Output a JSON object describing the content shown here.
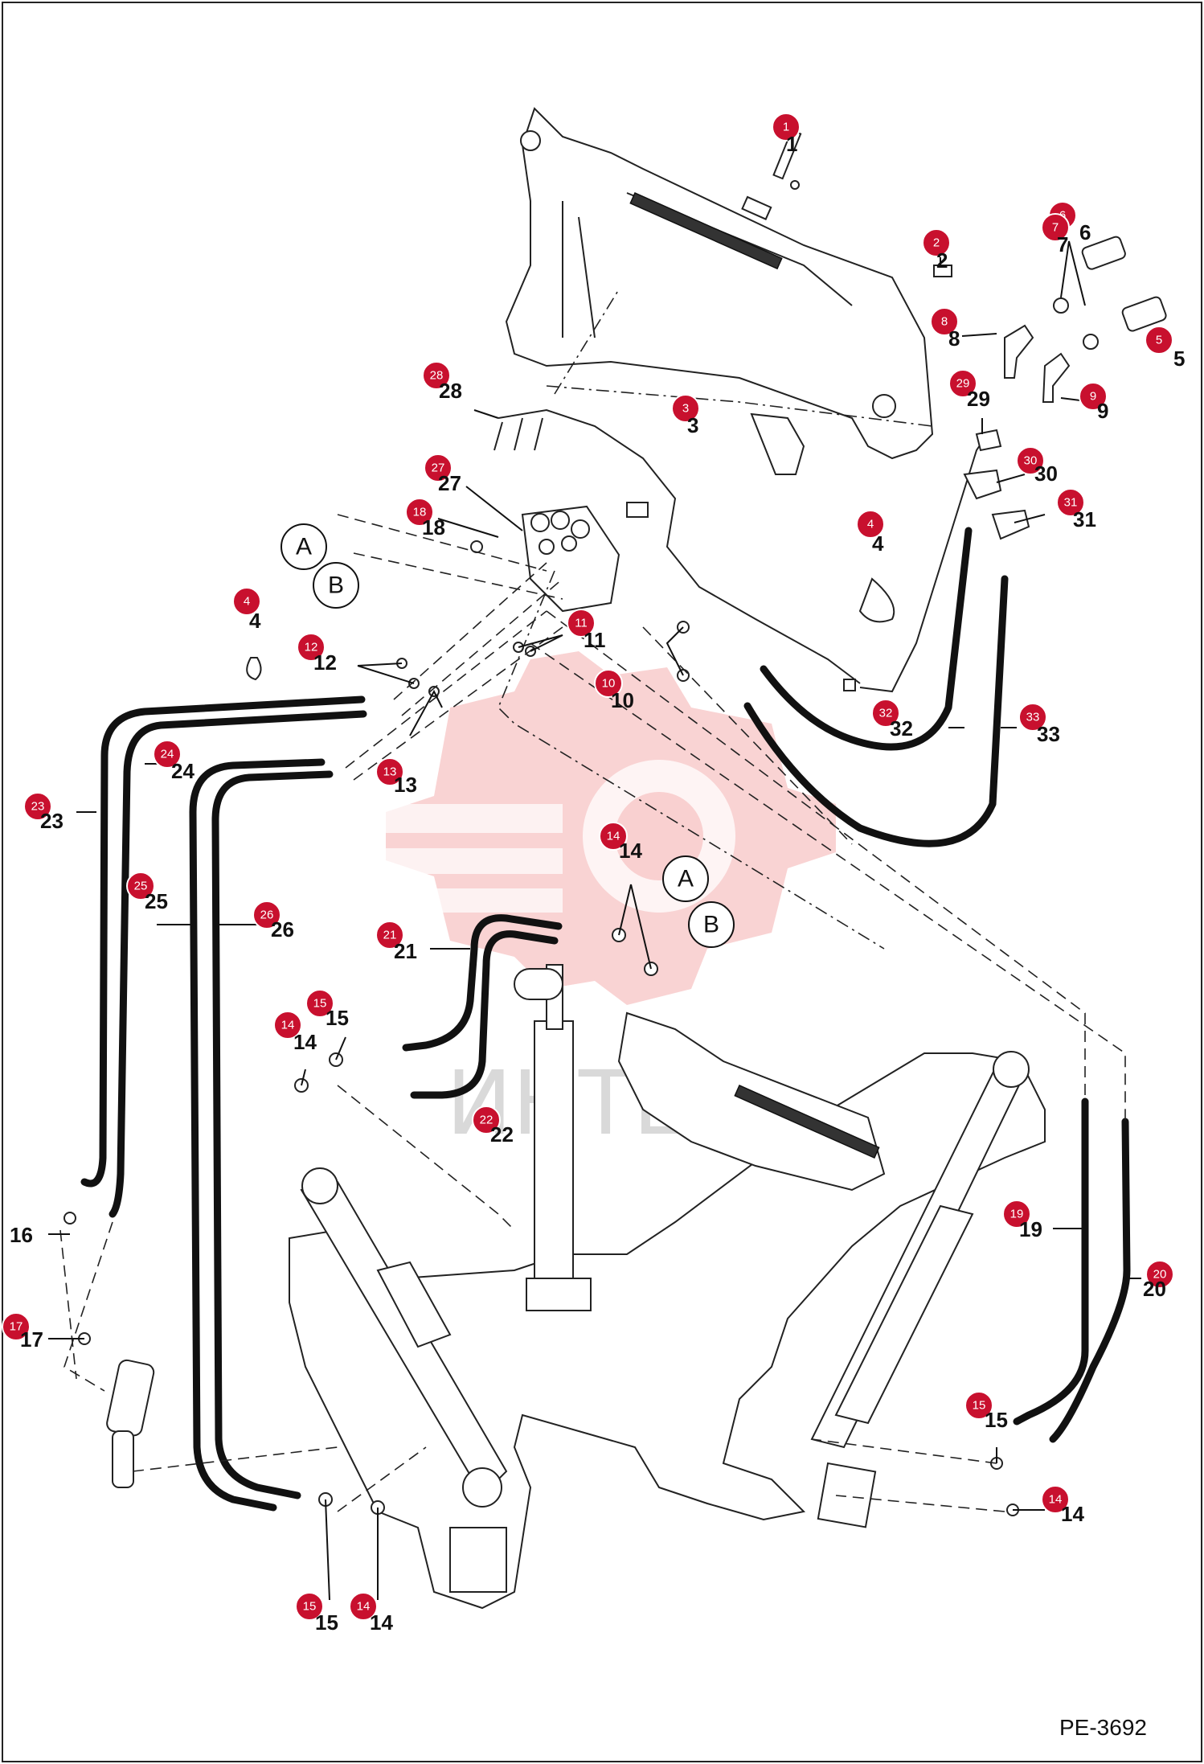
{
  "diagram_code": "PE-3692",
  "watermark_text": "ИНТЕХ",
  "colors": {
    "callout": "#c8102e",
    "line": "#111111",
    "logo": "#f7c4c4"
  },
  "letter_refs": [
    "A",
    "B"
  ],
  "callouts": [
    {
      "id": "c1",
      "num": "1",
      "label": "1"
    },
    {
      "id": "c2",
      "num": "2",
      "label": "2"
    },
    {
      "id": "c3",
      "num": "3",
      "label": "3"
    },
    {
      "id": "c4a",
      "num": "4",
      "label": "4"
    },
    {
      "id": "c4b",
      "num": "4",
      "label": "4"
    },
    {
      "id": "c5",
      "num": "5",
      "label": "5"
    },
    {
      "id": "c6",
      "num": "6",
      "label": "6"
    },
    {
      "id": "c7",
      "num": "7",
      "label": "7"
    },
    {
      "id": "c8",
      "num": "8",
      "label": "8"
    },
    {
      "id": "c9",
      "num": "9",
      "label": "9"
    },
    {
      "id": "c10",
      "num": "10",
      "label": "10"
    },
    {
      "id": "c11",
      "num": "11",
      "label": "11"
    },
    {
      "id": "c12",
      "num": "12",
      "label": "12"
    },
    {
      "id": "c13",
      "num": "13",
      "label": "13"
    },
    {
      "id": "c14a",
      "num": "14",
      "label": "14"
    },
    {
      "id": "c14b",
      "num": "14",
      "label": "14"
    },
    {
      "id": "c14c",
      "num": "14",
      "label": "14"
    },
    {
      "id": "c14d",
      "num": "14",
      "label": "14"
    },
    {
      "id": "c15a",
      "num": "15",
      "label": "15"
    },
    {
      "id": "c15b",
      "num": "15",
      "label": "15"
    },
    {
      "id": "c15c",
      "num": "15",
      "label": "15"
    },
    {
      "id": "c16",
      "num": "",
      "label": "16"
    },
    {
      "id": "c17",
      "num": "17",
      "label": "17"
    },
    {
      "id": "c18",
      "num": "18",
      "label": "18"
    },
    {
      "id": "c19",
      "num": "19",
      "label": "19"
    },
    {
      "id": "c20",
      "num": "20",
      "label": "20"
    },
    {
      "id": "c21",
      "num": "21",
      "label": "21"
    },
    {
      "id": "c22",
      "num": "22",
      "label": "22"
    },
    {
      "id": "c23",
      "num": "23",
      "label": "23"
    },
    {
      "id": "c24",
      "num": "24",
      "label": "24"
    },
    {
      "id": "c25",
      "num": "25",
      "label": "25"
    },
    {
      "id": "c26",
      "num": "26",
      "label": "26"
    },
    {
      "id": "c27",
      "num": "27",
      "label": "27"
    },
    {
      "id": "c28",
      "num": "28",
      "label": "28"
    },
    {
      "id": "c29",
      "num": "29",
      "label": "29"
    },
    {
      "id": "c30",
      "num": "30",
      "label": "30"
    },
    {
      "id": "c31",
      "num": "31",
      "label": "31"
    },
    {
      "id": "c32",
      "num": "32",
      "label": "32"
    },
    {
      "id": "c33",
      "num": "33",
      "label": "33"
    }
  ]
}
